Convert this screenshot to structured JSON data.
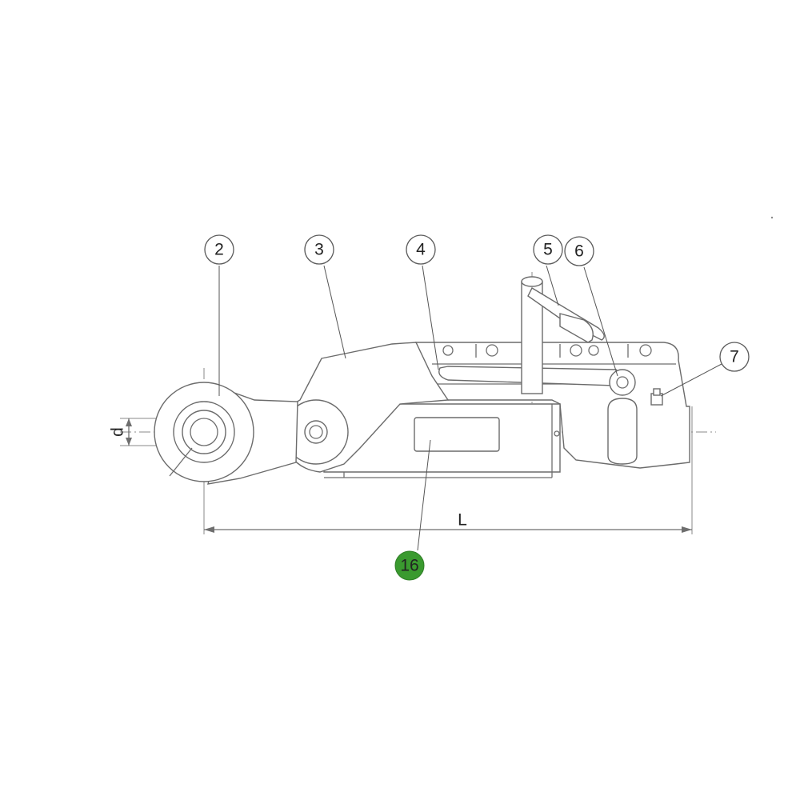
{
  "callouts": [
    {
      "id": "2",
      "label": "2"
    },
    {
      "id": "3",
      "label": "3"
    },
    {
      "id": "4",
      "label": "4"
    },
    {
      "id": "5",
      "label": "5"
    },
    {
      "id": "6",
      "label": "6"
    },
    {
      "id": "7",
      "label": "7"
    },
    {
      "id": "16",
      "label": "16"
    }
  ],
  "dimensions": {
    "diameter_label": "d",
    "length_label": "L"
  },
  "colors": {
    "highlight": "#3a9a2f",
    "line": "#6e6e6e",
    "background": "#ffffff"
  }
}
